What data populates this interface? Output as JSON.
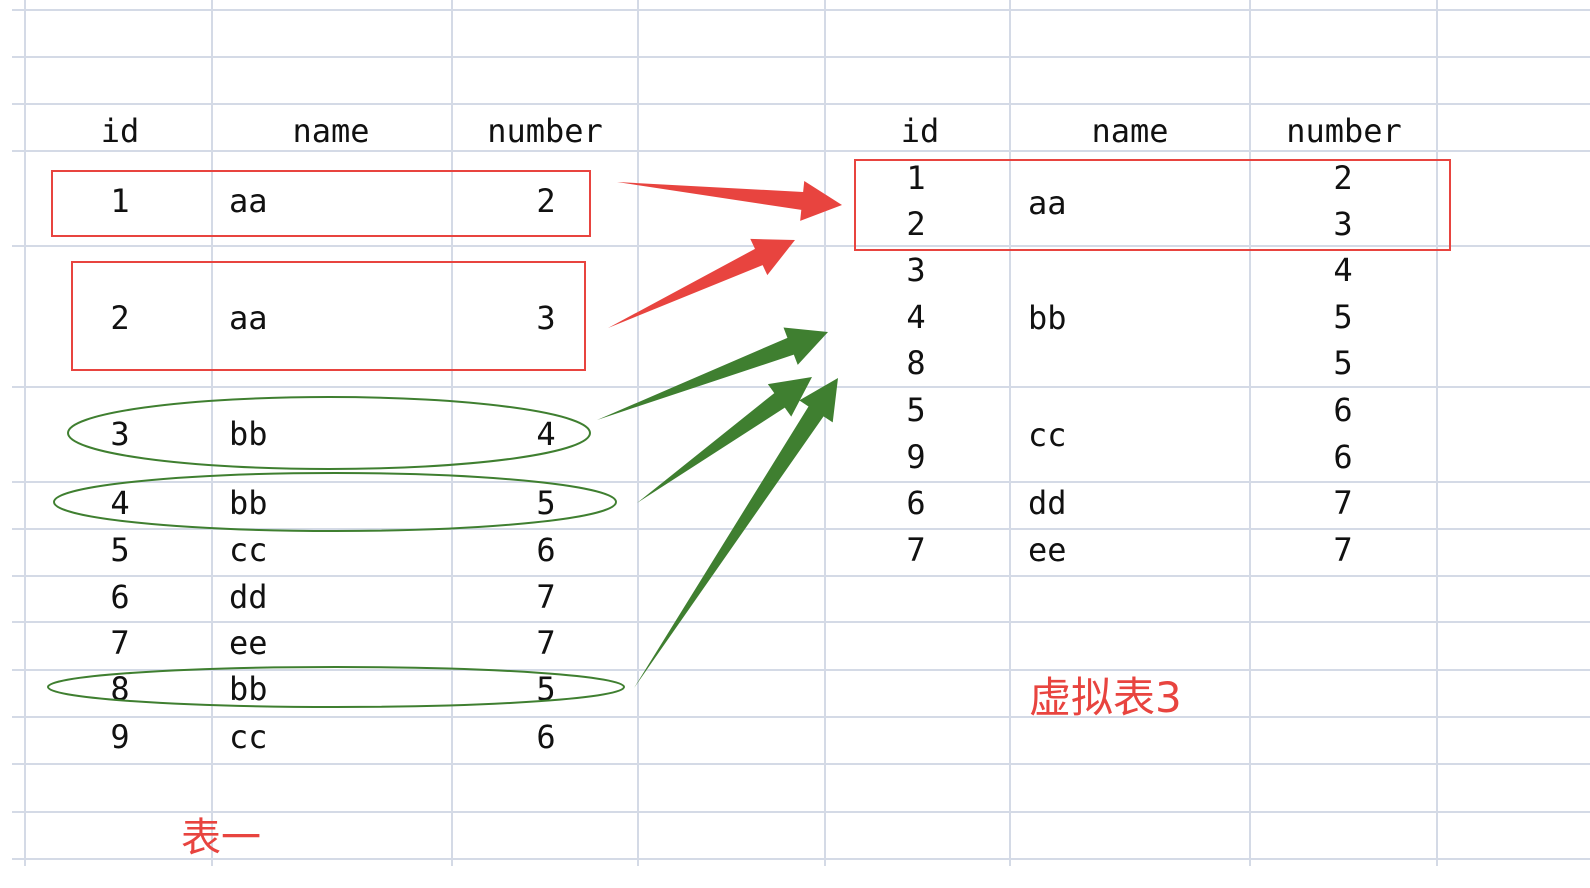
{
  "colors": {
    "grid": "#d4dae6",
    "red": "#e8443f",
    "green": "#3f7f30",
    "text": "#111111"
  },
  "table1": {
    "label": "表一",
    "headers": [
      "id",
      "name",
      "number"
    ],
    "rows": [
      {
        "id": "1",
        "name": "aa",
        "number": "2"
      },
      {
        "id": "2",
        "name": "aa",
        "number": "3"
      },
      {
        "id": "3",
        "name": "bb",
        "number": "4"
      },
      {
        "id": "4",
        "name": "bb",
        "number": "5"
      },
      {
        "id": "5",
        "name": "cc",
        "number": "6"
      },
      {
        "id": "6",
        "name": "dd",
        "number": "7"
      },
      {
        "id": "7",
        "name": "ee",
        "number": "7"
      },
      {
        "id": "8",
        "name": "bb",
        "number": "5"
      },
      {
        "id": "9",
        "name": "cc",
        "number": "6"
      }
    ]
  },
  "table3": {
    "label": "虚拟表3",
    "headers": [
      "id",
      "name",
      "number"
    ],
    "ids": [
      "1",
      "2",
      "3",
      "4",
      "8",
      "5",
      "9",
      "6",
      "7"
    ],
    "numbers": [
      "2",
      "3",
      "4",
      "5",
      "5",
      "6",
      "6",
      "7",
      "7"
    ],
    "names": [
      "aa",
      "bb",
      "cc",
      "dd",
      "ee"
    ]
  }
}
